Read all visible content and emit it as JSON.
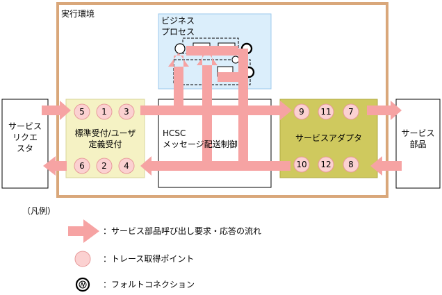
{
  "environment": {
    "title": "実行環境"
  },
  "business_process": {
    "line1": "ビジネス",
    "line2": "プロセス"
  },
  "requester": {
    "line1": "サービス",
    "line2": "リクエ",
    "line3": "スタ"
  },
  "standard_reception": {
    "line1": "標準受付/ユーザ",
    "line2": "定義受付"
  },
  "hcsc": {
    "line1": "HCSC",
    "line2": "メッセージ配送制御"
  },
  "service_adapter": {
    "label": "サービスアダプタ"
  },
  "service_component": {
    "line1": "サービス",
    "line2": "部品"
  },
  "trace_points": {
    "p1": "1",
    "p2": "2",
    "p3": "3",
    "p4": "4",
    "p5": "5",
    "p6": "6",
    "p7": "7",
    "p8": "8",
    "p9": "9",
    "p10": "10",
    "p11": "11",
    "p12": "12"
  },
  "legend": {
    "title": "（凡例）",
    "flow": "：サービス部品呼び出し要求・応答の流れ",
    "trace": "：トレース取得ポイント",
    "fault": "：フォルトコネクション"
  },
  "colors": {
    "env_border": "#d9a77a",
    "bp_fill": "#dbeefb",
    "bp_border": "#9cc9ee",
    "reception_fill": "#f5f2c4",
    "adapter_fill": "#cfc95e",
    "arrow": "#f6a3a3",
    "trace_fill": "#fbd1d1",
    "trace_border": "#e79a9a"
  }
}
